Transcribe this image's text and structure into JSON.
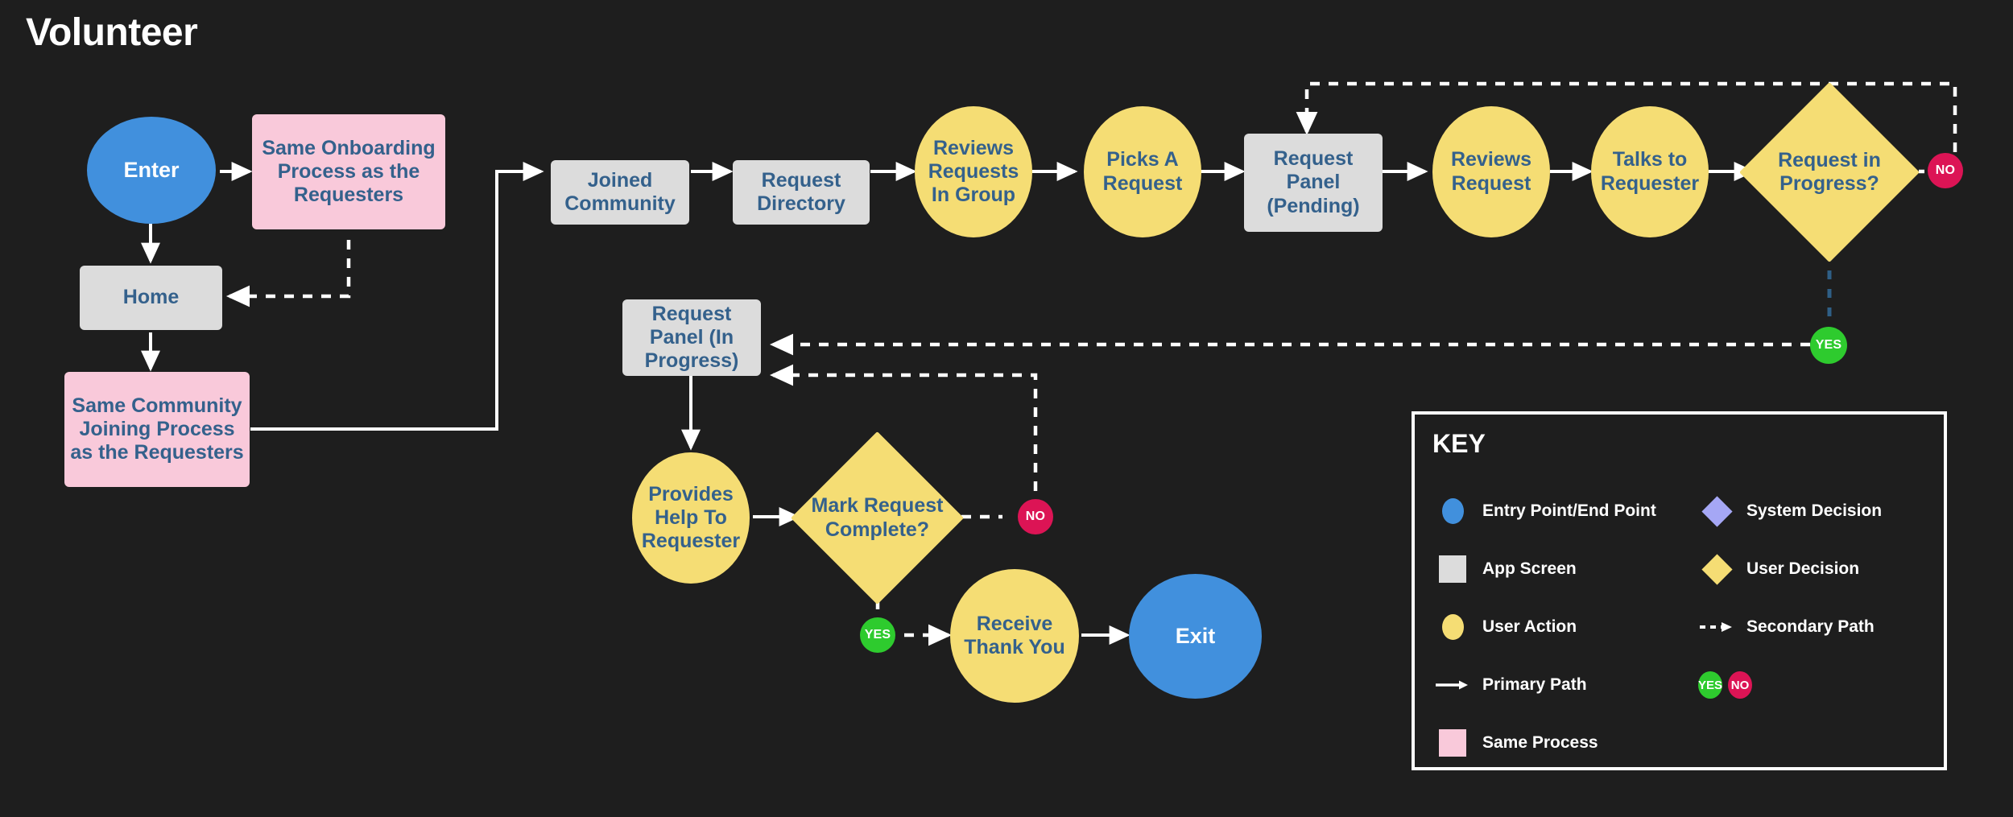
{
  "title": "Volunteer",
  "nodes": {
    "enter": "Enter",
    "same_onboarding": "Same Onboarding Process as the Requesters",
    "home": "Home",
    "same_community": "Same Community Joining Process as the Requesters",
    "joined_community": "Joined Community",
    "request_directory": "Request Directory",
    "reviews_requests_in_group": "Reviews Requests In Group",
    "picks_a_request": "Picks A Request",
    "request_panel_pending": "Request Panel (Pending)",
    "reviews_request": "Reviews Request",
    "talks_to_requester": "Talks to Requester",
    "request_in_progress": "Request in Progress?",
    "request_panel_in_progress": "Request Panel (In Progress)",
    "provides_help": "Provides Help To Requester",
    "mark_request_complete": "Mark Request Complete?",
    "receive_thank_you": "Receive Thank You",
    "exit": "Exit"
  },
  "badges": {
    "no_top": "NO",
    "yes_top": "YES",
    "no_mid": "NO",
    "yes_mid": "YES"
  },
  "key": {
    "title": "KEY",
    "left_items": [
      {
        "label": "Entry Point/End Point",
        "swatch": "circle-blue"
      },
      {
        "label": "App Screen",
        "swatch": "square-grey"
      },
      {
        "label": "User Action",
        "swatch": "circle-yellow"
      },
      {
        "label": "Primary Path",
        "swatch": "arrow-solid"
      },
      {
        "label": "Same Process",
        "swatch": "square-pink"
      }
    ],
    "right_items": [
      {
        "label": "System Decision",
        "swatch": "diamond-purple"
      },
      {
        "label": "User Decision",
        "swatch": "diamond-yellow"
      },
      {
        "label": "Secondary Path",
        "swatch": "arrow-dashed"
      },
      {
        "label": "",
        "swatch": "badges"
      }
    ],
    "badge_yes": "YES",
    "badge_no": "NO"
  },
  "colors": {
    "background": "#1e1e1e",
    "entry_point": "#4190dd",
    "user_action": "#f5dd74",
    "app_screen": "#dcdcdc",
    "same_process": "#f9c9da",
    "system_decision": "#a5a7f5",
    "yes_badge": "#2ecb2e",
    "no_badge": "#dc1455",
    "path": "#ffffff",
    "node_text": "#34618c",
    "title_text": "#ffffff",
    "yes_branch_line": "#2f5f86"
  }
}
